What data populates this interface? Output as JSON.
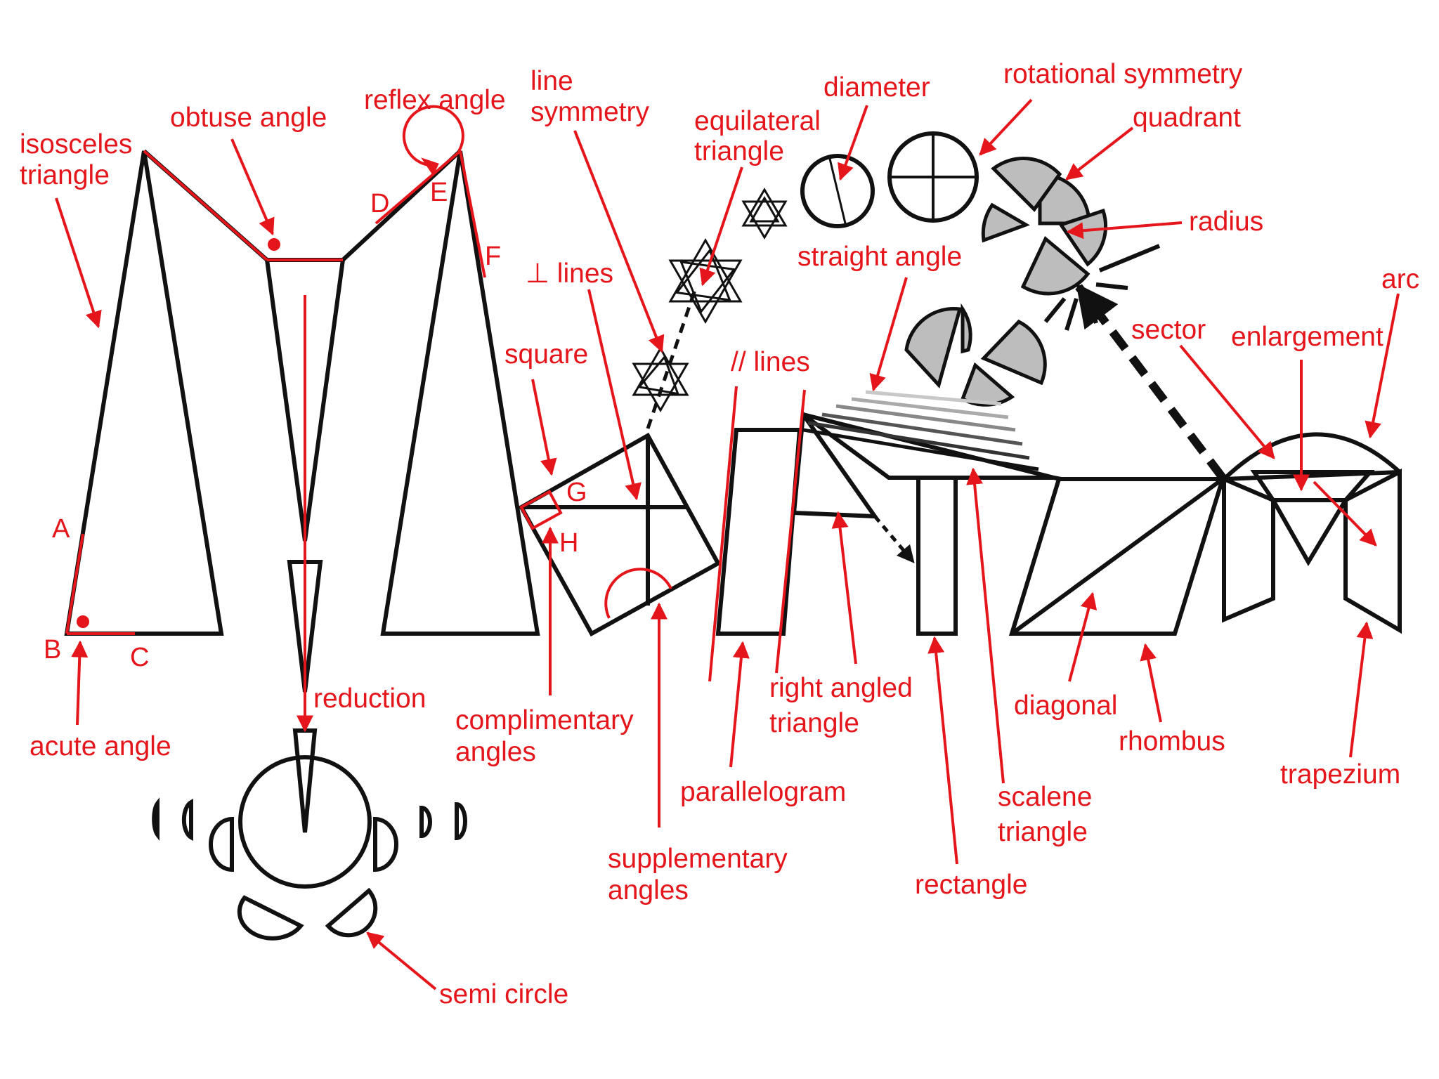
{
  "colors": {
    "shape": "#111111",
    "annotation": "#e5161b",
    "fill": "#bdbdbd",
    "background": "#ffffff"
  },
  "labels": {
    "isosceles_1": "isosceles",
    "isosceles_2": "triangle",
    "obtuse_angle": "obtuse angle",
    "reflex_angle": "reflex angle",
    "line_symmetry_1": "line",
    "line_symmetry_2": "symmetry",
    "equilateral_1": "equilateral",
    "equilateral_2": "triangle",
    "diameter": "diameter",
    "rotational_symmetry": "rotational symmetry",
    "quadrant": "quadrant",
    "radius": "radius",
    "arc": "arc",
    "straight_angle": "straight angle",
    "perp_lines": "⊥ lines",
    "square": "square",
    "parallel_lines": "// lines",
    "sector": "sector",
    "enlargement": "enlargement",
    "reduction": "reduction",
    "complimentary_1": "complimentary",
    "complimentary_2": "angles",
    "acute_angle": "acute angle",
    "right_angled_1": "right angled",
    "right_angled_2": "triangle",
    "diagonal": "diagonal",
    "rhombus": "rhombus",
    "trapezium": "trapezium",
    "parallelogram": "parallelogram",
    "scalene_1": "scalene",
    "scalene_2": "triangle",
    "supplementary_1": "supplementary",
    "supplementary_2": "angles",
    "rectangle": "rectangle",
    "semi_circle": "semi circle"
  },
  "points": {
    "A": "A",
    "B": "B",
    "C": "C",
    "D": "D",
    "E": "E",
    "F": "F",
    "G": "G",
    "H": "H"
  }
}
